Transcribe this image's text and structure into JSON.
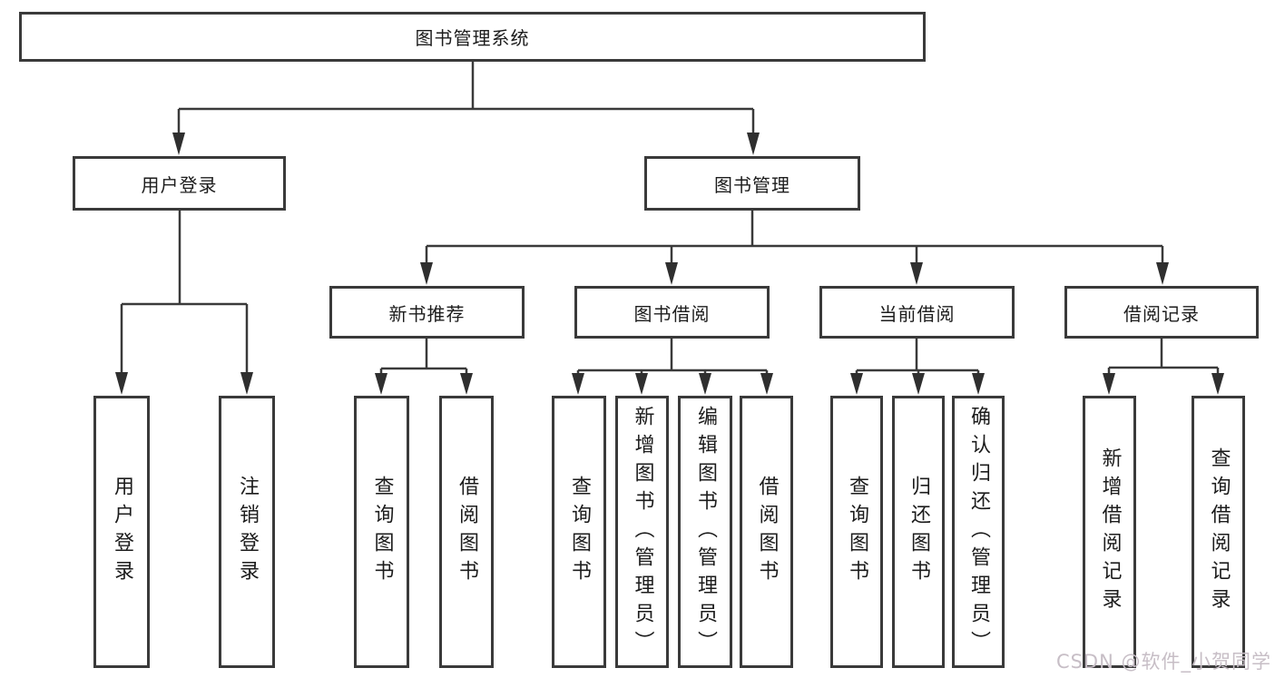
{
  "title": "图书管理系统",
  "watermark": "CSDN @软件_小贺同学",
  "colors": {
    "line": "#3a3a3a",
    "box_border": "#3a3a3a",
    "box_fill": "#ffffff",
    "text": "#1c1c1c",
    "watermark": "#c7bec6"
  },
  "diagram": {
    "type": "tree",
    "root": {
      "label": "图书管理系统"
    },
    "level2": [
      {
        "label": "用户登录",
        "parent": "图书管理系统"
      },
      {
        "label": "图书管理",
        "parent": "图书管理系统"
      }
    ],
    "level3": [
      {
        "label": "新书推荐",
        "parent": "图书管理"
      },
      {
        "label": "图书借阅",
        "parent": "图书管理"
      },
      {
        "label": "当前借阅",
        "parent": "图书管理"
      },
      {
        "label": "借阅记录",
        "parent": "图书管理"
      }
    ],
    "leaves": [
      {
        "label": "用户登录",
        "parent": "用户登录"
      },
      {
        "label": "注销登录",
        "parent": "用户登录"
      },
      {
        "label": "查询图书",
        "parent": "新书推荐"
      },
      {
        "label": "借阅图书",
        "parent": "新书推荐"
      },
      {
        "label": "查询图书",
        "parent": "图书借阅"
      },
      {
        "label": "新增图书（管理员）",
        "parent": "图书借阅"
      },
      {
        "label": "编辑图书（管理员）",
        "parent": "图书借阅"
      },
      {
        "label": "借阅图书",
        "parent": "图书借阅"
      },
      {
        "label": "查询图书",
        "parent": "当前借阅"
      },
      {
        "label": "归还图书",
        "parent": "当前借阅"
      },
      {
        "label": "确认归还（管理员）",
        "parent": "当前借阅"
      },
      {
        "label": "新增借阅记录",
        "parent": "借阅记录"
      },
      {
        "label": "查询借阅记录",
        "parent": "借阅记录"
      }
    ]
  }
}
